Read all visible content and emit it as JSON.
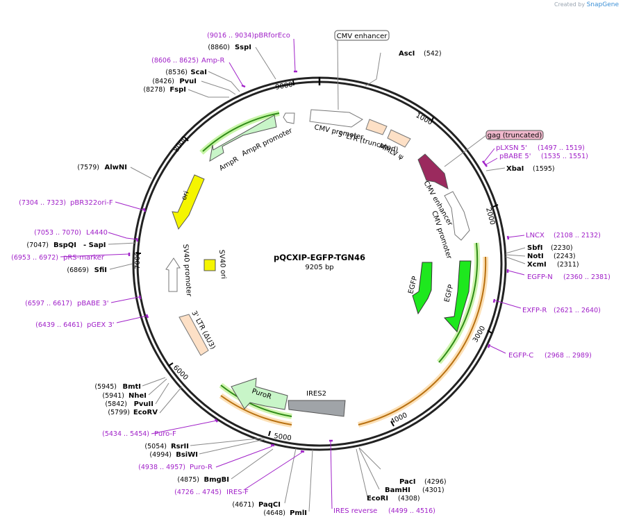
{
  "watermark": {
    "prefix": "Created by",
    "brand": "SnapGene"
  },
  "plasmid": {
    "name": "pQCXIP-EGFP-TGN46",
    "size": "9205 bp"
  },
  "ticks": [
    "1000",
    "2000",
    "3000",
    "4000",
    "5000",
    "6000",
    "7000",
    "8000",
    "9000"
  ],
  "sites": [
    {
      "name": "SspI",
      "pos": "(8860)"
    },
    {
      "name": "ScaI",
      "pos": "(8536)"
    },
    {
      "name": "PvuI",
      "pos": "(8426)"
    },
    {
      "name": "FspI",
      "pos": "(8278)"
    },
    {
      "name": "AlwNI",
      "pos": "(7579)"
    },
    {
      "name": "BspQI",
      "pos": "(7047)",
      "extra": "- SapI"
    },
    {
      "name": "SfiI",
      "pos": "(6869)"
    },
    {
      "name": "BmtI",
      "pos": "(5945)"
    },
    {
      "name": "NheI",
      "pos": "(5941)"
    },
    {
      "name": "PvuII",
      "pos": "(5842)"
    },
    {
      "name": "EcoRV",
      "pos": "(5799)"
    },
    {
      "name": "RsrII",
      "pos": "(5054)"
    },
    {
      "name": "BsiWI",
      "pos": "(4994)"
    },
    {
      "name": "BmgBI",
      "pos": "(4875)"
    },
    {
      "name": "PaqCI",
      "pos": "(4671)"
    },
    {
      "name": "PmlI",
      "pos": "(4648)"
    },
    {
      "name": "AscI",
      "pos": "(542)"
    },
    {
      "name": "XbaI",
      "pos": "(1595)"
    },
    {
      "name": "SbfI",
      "pos": "(2230)"
    },
    {
      "name": "NotI",
      "pos": "(2243)"
    },
    {
      "name": "XcmI",
      "pos": "(2311)"
    },
    {
      "name": "PacI",
      "pos": "(4296)"
    },
    {
      "name": "BamHI",
      "pos": "(4301)"
    },
    {
      "name": "EcoRI",
      "pos": "(4308)"
    }
  ],
  "primers": [
    {
      "name": "pBRforEco",
      "pos": "(9016 .. 9034)"
    },
    {
      "name": "Amp-R",
      "pos": "(8606 .. 8625)"
    },
    {
      "name": "pBR322ori-F",
      "pos": "(7304 .. 7323)"
    },
    {
      "name": "L4440",
      "pos": "(7053 .. 7070)"
    },
    {
      "name": "pRS-marker",
      "pos": "(6953 .. 6972)"
    },
    {
      "name": "pBABE 3'",
      "pos": "(6597 .. 6617)"
    },
    {
      "name": "pGEX 3'",
      "pos": "(6439 .. 6461)"
    },
    {
      "name": "Puro-F",
      "pos": "(5434 .. 5454)"
    },
    {
      "name": "Puro-R",
      "pos": "(4938 .. 4957)"
    },
    {
      "name": "IRES-F",
      "pos": "(4726 .. 4745)"
    },
    {
      "name": "IRES reverse",
      "pos": "(4499 .. 4516)"
    },
    {
      "name": "pLXSN 5'",
      "pos": "(1497 .. 1519)"
    },
    {
      "name": "pBABE 5'",
      "pos": "(1535 .. 1551)"
    },
    {
      "name": "LNCX",
      "pos": "(2108 .. 2132)"
    },
    {
      "name": "EGFP-N",
      "pos": "(2360 .. 2381)"
    },
    {
      "name": "EXFP-R",
      "pos": "(2621 .. 2640)"
    },
    {
      "name": "EGFP-C",
      "pos": "(2968 .. 2989)"
    }
  ],
  "features": {
    "cmv_enhancer_top": "CMV enhancer",
    "cmv_promoter_top": "CMV promoter",
    "ltr5": "5' LTR (truncated)",
    "mmlv": "MMLV ψ",
    "gag": "gag (truncated)",
    "cmv_enhancer_right": "CMV enhancer",
    "cmv_promoter_right": "CMV promoter",
    "egfp1": "EGFP",
    "egfp2": "EGFP",
    "ires2": "IRES2",
    "puror": "PuroR",
    "ltr3": "3' LTR (ΔU3)",
    "sv40_promoter": "SV40 promoter",
    "sv40_ori": "SV40 ori",
    "ori": "ori",
    "ampr": "AmpR",
    "ampr_promoter": "AmpR promoter"
  },
  "colors": {
    "primer": "#a020c8",
    "egfp": "#1ee81e",
    "ori": "#f5f500",
    "ampr": "#c8f5c8",
    "ltr": "#fde0c6",
    "gag": "#9b2a5e",
    "ires": "#a0a4a8",
    "orf_orange": "#e98b16",
    "orf_green": "#2e8b16"
  }
}
